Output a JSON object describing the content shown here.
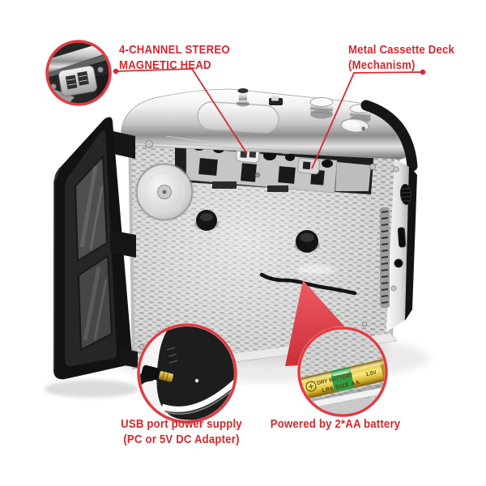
{
  "scene": {
    "background": "#ffffff"
  },
  "callouts": {
    "magnetic_head": {
      "label_line1": "4-CHANNEL STEREO",
      "label_line2": "MAGNETIC HEAD"
    },
    "cassette_deck": {
      "label_line1": "Metal Cassette Deck",
      "label_line2": "(Mechanism)"
    },
    "usb_power": {
      "label_line1": "USB port power supply",
      "label_line2": "(PC or 5V DC Adapter)"
    },
    "battery": {
      "label": "Powered by 2*AA battery"
    }
  },
  "battery_print": {
    "line1": "DRY BATTERY",
    "voltage": "1.5V",
    "line2": "LR6 SIZE AA"
  },
  "colors": {
    "label_red": "#d5282e",
    "ring_red": "#e23b42",
    "arrow_red": "#e04850",
    "battery_yellow": "#e5c33c",
    "battery_stripe_green": "#2f9e44",
    "body_silver": "#d4d4d4",
    "door_black": "#141414"
  }
}
